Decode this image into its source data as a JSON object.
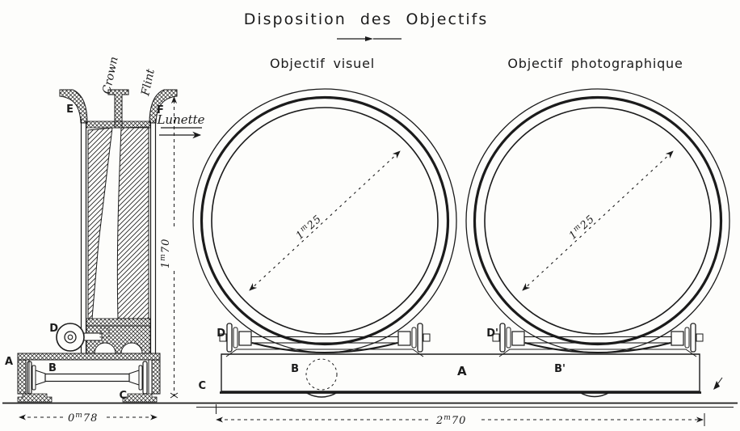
{
  "colors": {
    "ink": "#1b1b1b",
    "paper": "#fdfdfb"
  },
  "title": {
    "text": "Disposition des Objectifs"
  },
  "left_diagram": {
    "labels": {
      "crown": "Crown",
      "flint": "Flint",
      "e": "E",
      "f": "F",
      "lunette": "Lunette",
      "d": "D",
      "a": "A",
      "b": "B",
      "c": "C"
    },
    "height_dim": {
      "num": "1",
      "sup": "m",
      "frac": "70"
    },
    "width_dim": {
      "num": "0",
      "sup": "m",
      "frac": "78"
    }
  },
  "right_diagram": {
    "visual": {
      "title": "Objectif visuel",
      "diameter": {
        "num": "1",
        "sup": "m",
        "frac": "25"
      },
      "labels": {
        "d": "D",
        "b": "B"
      }
    },
    "photo": {
      "title": "Objectif photographique",
      "diameter": {
        "num": "1",
        "sup": "m",
        "frac": "25"
      },
      "labels": {
        "d": "D'",
        "b": "B'"
      }
    },
    "labels": {
      "a": "A",
      "c": "C"
    },
    "width_dim": {
      "num": "2",
      "sup": "m",
      "frac": "70"
    }
  }
}
